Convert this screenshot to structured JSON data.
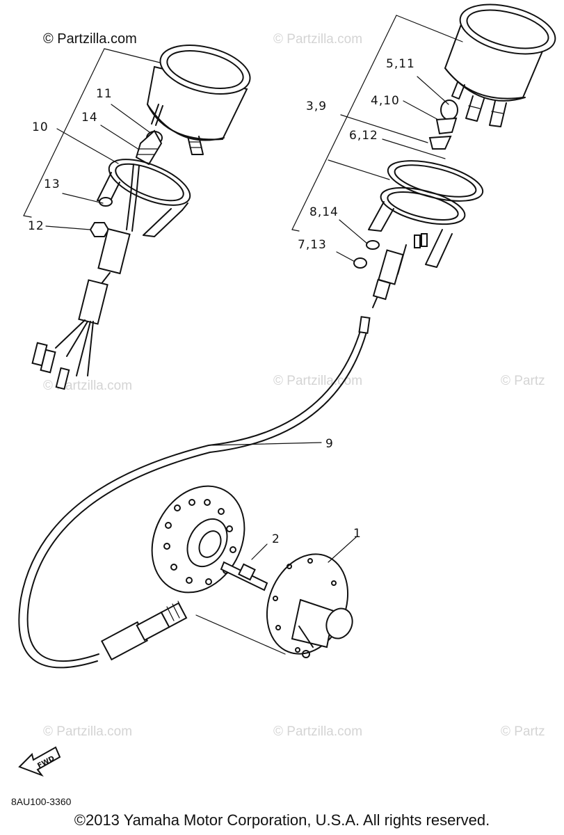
{
  "watermarks": {
    "top_left": "© Partzilla.com",
    "repeat": "© Partzilla.com",
    "partial": "© Partz"
  },
  "callouts": {
    "c1": "1",
    "c2": "2",
    "c9": "9",
    "c10": "10",
    "c11": "11",
    "c12": "12",
    "c13": "13",
    "c14": "14",
    "c5_11": "5,11",
    "c4_10": "4,10",
    "c3_9": "3,9",
    "c6_12": "6,12",
    "c8_14": "8,14",
    "c7_13": "7,13"
  },
  "fwd_label": "FWD",
  "drawing_code": "8AU100-3360",
  "copyright": "©2013 Yamaha Motor Corporation, U.S.A. All rights reserved."
}
